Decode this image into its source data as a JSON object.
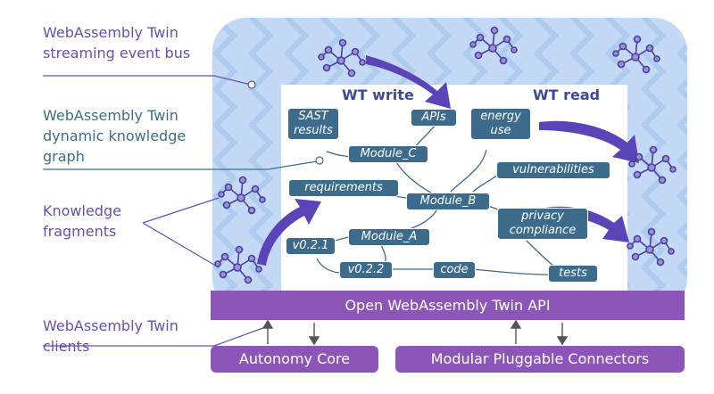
{
  "side_labels": {
    "event_bus": "WebAssembly Twin\nstreaming event bus",
    "knowledge_graph": "WebAssembly Twin\ndynamic knowledge\ngraph",
    "fragments": "Knowledge\nfragments",
    "clients": "WebAssembly Twin\nclients"
  },
  "headers": {
    "write": "WT write",
    "read": "WT read"
  },
  "nodes": {
    "sast": "SAST\nresults",
    "apis": "APIs",
    "energy": "energy\nuse",
    "module_c": "Module_C",
    "vulnerabilities": "vulnerabilities",
    "requirements": "requirements",
    "module_b": "Module_B",
    "privacy": "privacy\ncompliance",
    "module_a": "Module_A",
    "v021": "v0.2.1",
    "v022": "v0.2.2",
    "code": "code",
    "tests": "tests"
  },
  "api_bar": "Open WebAssembly Twin API",
  "clients": {
    "autonomy": "Autonomy Core",
    "connectors": "Modular Pluggable Connectors"
  },
  "colors": {
    "purple_label": "#6a4fb0",
    "teal_label": "#3f6f86",
    "bus_fill": "#bcd3f3",
    "node_fill": "#3d6b8c",
    "api_fill": "#8c55b8",
    "arrow": "#5b43b8"
  }
}
